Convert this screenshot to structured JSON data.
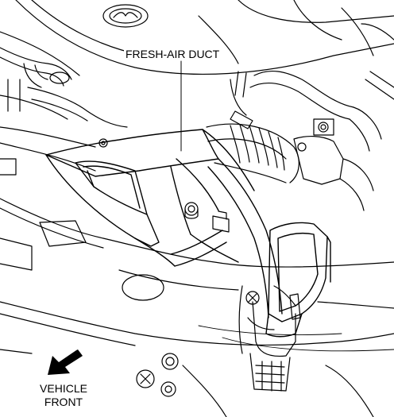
{
  "diagram": {
    "callout_label": "FRESH-AIR DUCT",
    "direction_label_line1": "VEHICLE",
    "direction_label_line2": "FRONT",
    "icons": {
      "direction": "front-direction-arrow-icon",
      "brand": "mazda-emblem-icon"
    }
  }
}
